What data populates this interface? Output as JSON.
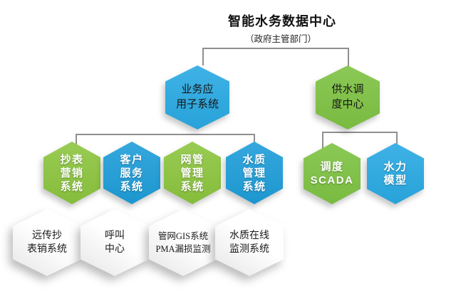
{
  "header": {
    "title": "智能水务数据中心",
    "subtitle": "（政府主管部门）"
  },
  "palette": {
    "green": "#7EC243",
    "green_bright": "#8DC63F",
    "blue": "#29A9E2",
    "blue_deep": "#1E9EDA",
    "connector": "#8F8F8F",
    "text_dark": "#161616"
  },
  "nodes": {
    "business": {
      "lines": [
        "业务应",
        "用子系统"
      ]
    },
    "dispatch": {
      "lines": [
        "供水调",
        "度中心"
      ]
    },
    "row2": [
      {
        "lines": [
          "抄表",
          "营销",
          "系统"
        ]
      },
      {
        "lines": [
          "客户",
          "服务",
          "系统"
        ]
      },
      {
        "lines": [
          "网管",
          "管理",
          "系统"
        ]
      },
      {
        "lines": [
          "水质",
          "管理",
          "系统"
        ]
      }
    ],
    "right": [
      {
        "lines": [
          "调度",
          "SCADA"
        ]
      },
      {
        "lines": [
          "水力",
          "模型"
        ]
      }
    ],
    "row3": [
      {
        "lines": [
          "远传抄",
          "表销系统"
        ]
      },
      {
        "lines": [
          "呼叫",
          "中心"
        ]
      },
      {
        "lines": [
          "管网GIS系统",
          "PMA漏损监测"
        ]
      },
      {
        "lines": [
          "水质在线",
          "监测系统"
        ]
      }
    ]
  }
}
